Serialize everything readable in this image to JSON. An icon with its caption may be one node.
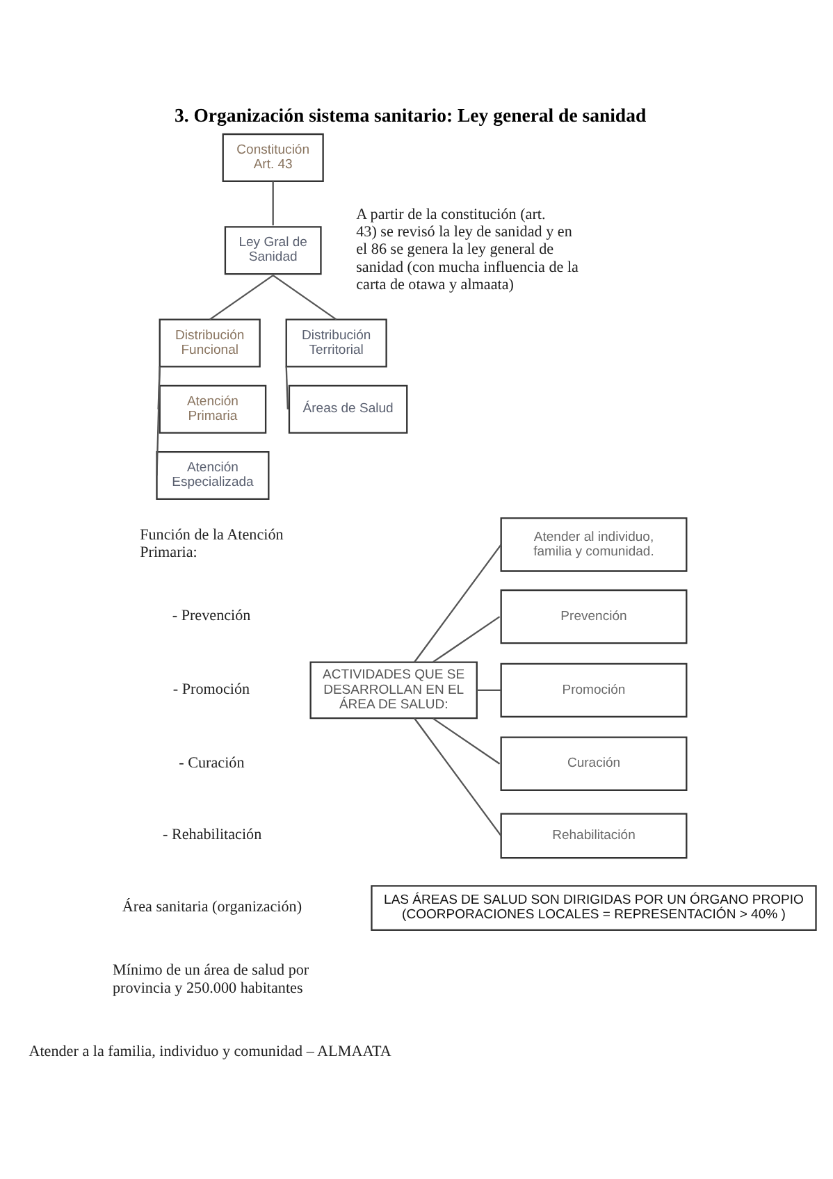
{
  "diagram": {
    "title": "3. Organización sistema sanitario: Ley general de sanidad",
    "nodes": [
      {
        "text": [
          "Constitución Art. 43"
        ]
      },
      {
        "text": [
          "Ley Gral de Sanidad"
        ]
      },
      {
        "text": [
          "Distribución Funcional"
        ]
      },
      {
        "text": [
          "Distribución Territorial"
        ]
      },
      {
        "text": [
          "Atención Primaria"
        ]
      },
      {
        "text": [
          "Atención Especializada"
        ]
      },
      {
        "text": [
          "Áreas de Salud"
        ]
      },
      {
        "text": [
          "ACTIVIDADES QUE SE DESARROLLAN EN EL ÁREA DE SALUD:"
        ]
      },
      {
        "text": [
          "Atender al individuo, familia y comunidad."
        ]
      },
      {
        "text": [
          "Prevención"
        ]
      },
      {
        "text": [
          "Promoción"
        ]
      },
      {
        "text": [
          "Curación"
        ]
      },
      {
        "text": [
          "Rehabilitación"
        ]
      },
      {
        "text": [
          "LAS ÁREAS DE SALUD SON DIRIGIDAS POR UN ÓRGANO PROPIO (COORPORACIONES LOCALES = REPRESENTACIÓN > 40% )"
        ]
      }
    ],
    "edges": [
      {
        "from": 0,
        "to": 1,
        "arrow": "none"
      },
      {
        "from": 1,
        "to": 2,
        "arrow": "none"
      },
      {
        "from": 1,
        "to": 3,
        "arrow": "none"
      },
      {
        "from": 2,
        "to": 4,
        "arrow": "none"
      },
      {
        "from": 2,
        "to": 5,
        "arrow": "none"
      },
      {
        "from": 3,
        "to": 6,
        "arrow": "none"
      },
      {
        "from": 7,
        "to": 8,
        "arrow": "none"
      },
      {
        "from": 7,
        "to": 9,
        "arrow": "none"
      },
      {
        "from": 7,
        "to": 10,
        "arrow": "none"
      },
      {
        "from": 7,
        "to": 11,
        "arrow": "none"
      },
      {
        "from": 7,
        "to": 12,
        "arrow": "none"
      }
    ],
    "labels": [
      "A partir de la constitución (art. 43) se revisó la ley de sanidad y en el 86 se genera la ley general de sanidad (con mucha influencia de la carta de otawa y almaata)",
      "Función de la Atención Primaria:",
      "- Prevención",
      "- Promoción",
      "- Curación",
      "- Rehabilitación",
      "Área sanitaria (organización)",
      "Mínimo de un área de salud por provincia y 250.000 habitantes",
      "Atender a la familia, individuo y comunidad – ALMAATA"
    ]
  }
}
